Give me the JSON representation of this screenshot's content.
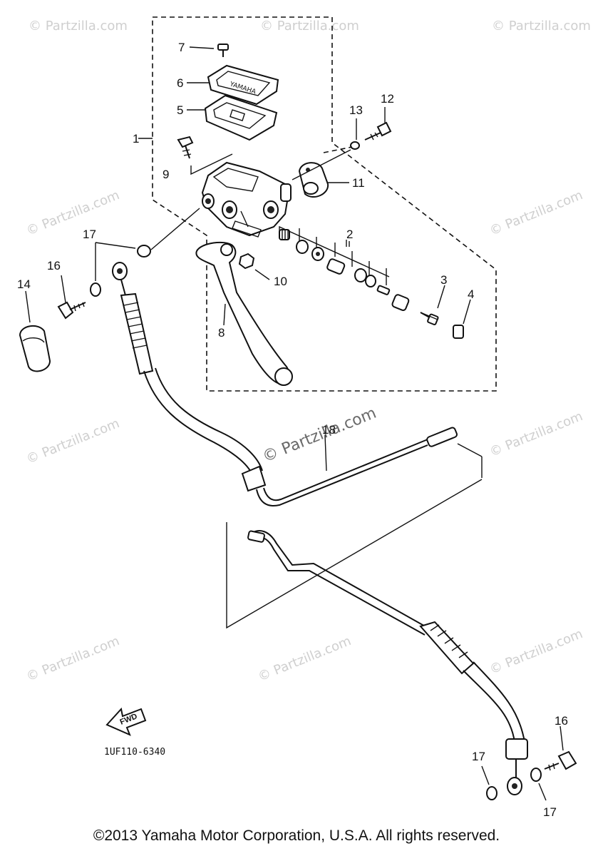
{
  "watermark": "© Partzilla.com",
  "watermark_center": "© Partzilla.com",
  "drawing_code": "1UF110-6340",
  "fwd_label": "FWD",
  "copyright": "©2013 Yamaha Motor Corporation, U.S.A. All rights reserved.",
  "callouts": {
    "c1": "1",
    "c2": "2",
    "c3": "3",
    "c4": "4",
    "c5": "5",
    "c6": "6",
    "c7": "7",
    "c8": "8",
    "c9": "9",
    "c10": "10",
    "c11": "11",
    "c12": "12",
    "c13": "13",
    "c14": "14",
    "c16a": "16",
    "c16b": "16",
    "c17a": "17",
    "c17b": "17",
    "c17c": "17",
    "c18": "18"
  }
}
